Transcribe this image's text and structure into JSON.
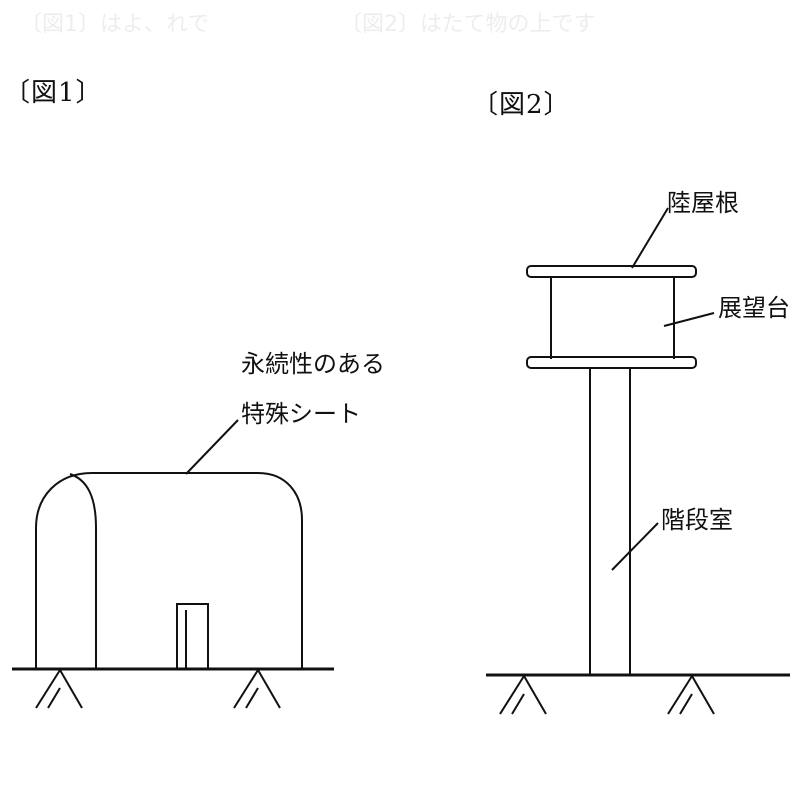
{
  "figure1": {
    "title": "〔図1〕",
    "label_line1": "永続性のある",
    "label_line2": "特殊シート"
  },
  "figure2": {
    "title": "〔図2〕",
    "label_roof": "陸屋根",
    "label_deck": "展望台",
    "label_stairs": "階段室"
  },
  "bleedthrough": {
    "line_a": "〔図1〕はよ、れで",
    "line_b": "〔図2〕はたて物の上です"
  }
}
